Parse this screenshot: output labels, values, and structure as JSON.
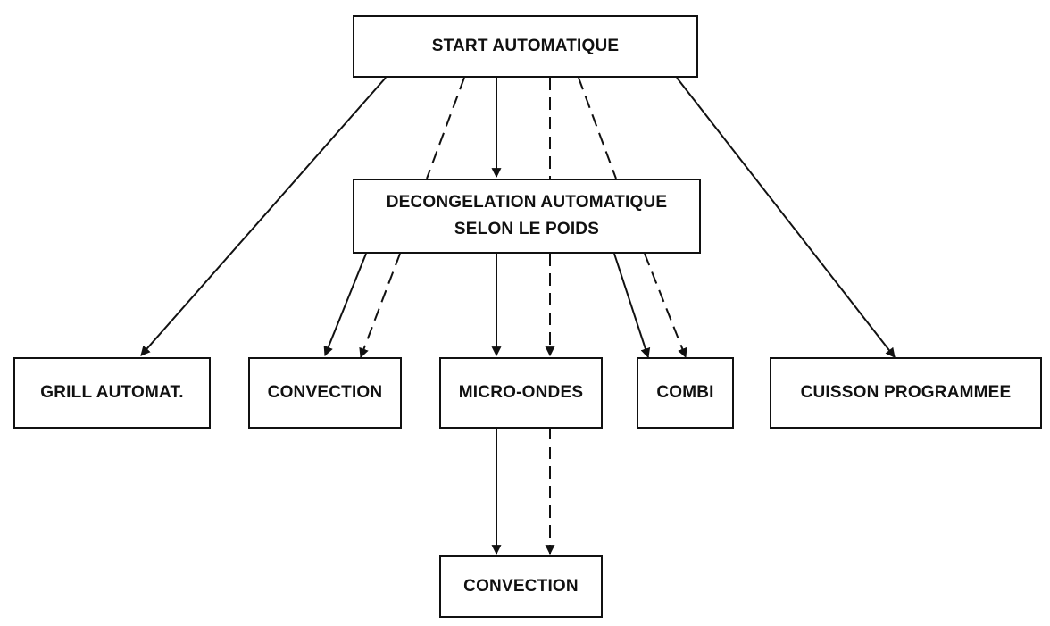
{
  "diagram": {
    "start": {
      "label": "START AUTOMATIQUE"
    },
    "decongelation": {
      "line1": "DECONGELATION AUTOMATIQUE",
      "line2": "SELON LE POIDS"
    },
    "grill": {
      "label": "GRILL AUTOMAT."
    },
    "convection": {
      "label": "CONVECTION"
    },
    "micro_ondes": {
      "label": "MICRO-ONDES"
    },
    "combi": {
      "label": "COMBI"
    },
    "cuisson": {
      "label": "CUISSON PROGRAMMEE"
    },
    "convection_bottom": {
      "label": "CONVECTION"
    }
  },
  "edges": [
    {
      "from": "START AUTOMATIQUE",
      "to": "GRILL AUTOMAT.",
      "style": "solid"
    },
    {
      "from": "START AUTOMATIQUE",
      "to": "DECONGELATION AUTOMATIQUE SELON LE POIDS",
      "style": "solid"
    },
    {
      "from": "START AUTOMATIQUE",
      "to": "CONVECTION",
      "style": "dashed"
    },
    {
      "from": "START AUTOMATIQUE",
      "to": "MICRO-ONDES",
      "style": "dashed"
    },
    {
      "from": "START AUTOMATIQUE",
      "to": "COMBI",
      "style": "dashed"
    },
    {
      "from": "START AUTOMATIQUE",
      "to": "CUISSON PROGRAMMEE",
      "style": "solid"
    },
    {
      "from": "DECONGELATION AUTOMATIQUE SELON LE POIDS",
      "to": "CONVECTION",
      "style": "solid"
    },
    {
      "from": "DECONGELATION AUTOMATIQUE SELON LE POIDS",
      "to": "MICRO-ONDES",
      "style": "solid"
    },
    {
      "from": "DECONGELATION AUTOMATIQUE SELON LE POIDS",
      "to": "COMBI",
      "style": "solid"
    },
    {
      "from": "MICRO-ONDES",
      "to": "CONVECTION",
      "style": "solid"
    },
    {
      "from": "MICRO-ONDES",
      "to": "CONVECTION",
      "style": "dashed"
    }
  ],
  "colors": {
    "line": "#111111",
    "background": "#ffffff"
  }
}
